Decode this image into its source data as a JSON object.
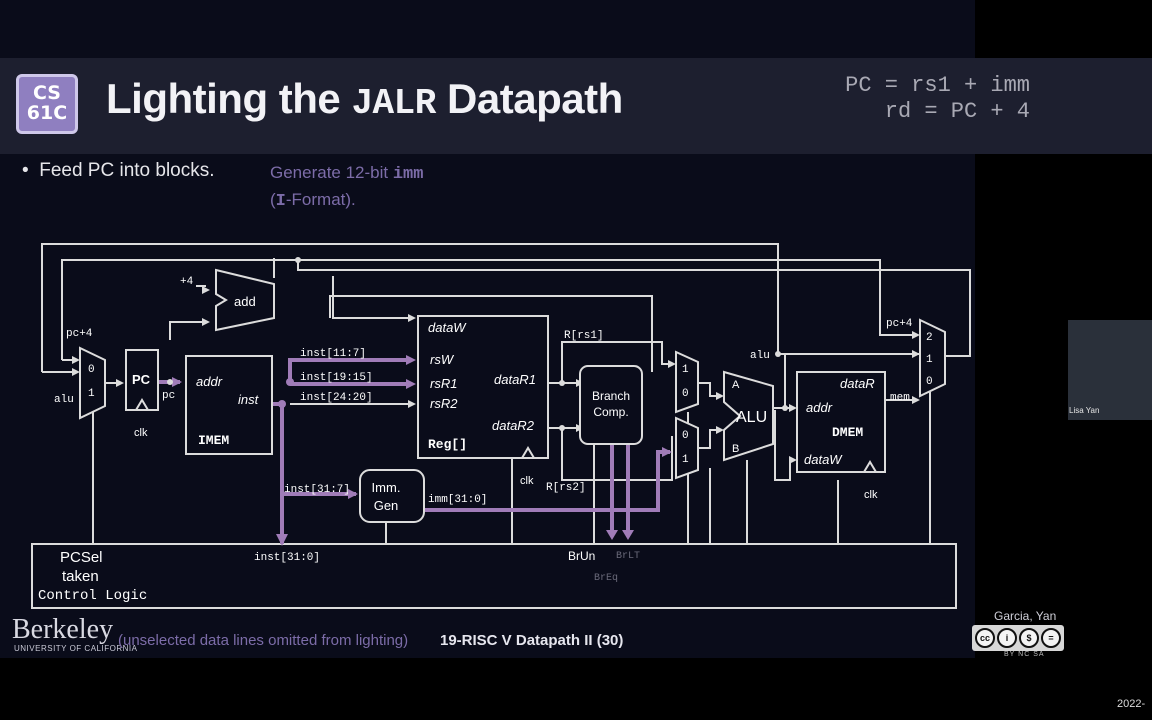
{
  "header": {
    "logo_text": "CS\n61C",
    "title_pre": "Lighting the ",
    "title_code": "JALR",
    "title_post": " Datapath",
    "equation": "PC = rs1 + imm\n  rd = PC + 4"
  },
  "bullet": "Feed PC into blocks.",
  "note": {
    "line1_pre": "Generate 12-bit ",
    "line1_code": "imm",
    "line2_code": "I",
    "line2_post": "-Format)."
  },
  "diagram": {
    "pc4_left": "pc+4",
    "alu_left": "alu",
    "plus4": "+4",
    "add": "add",
    "pc": "PC",
    "clk": "clk",
    "pc_wire": "pc",
    "imem_addr": "addr",
    "imem_inst": "inst",
    "imem": "IMEM",
    "inst_11_7": "inst[11:7]",
    "inst_19_15": "inst[19:15]",
    "inst_24_20": "inst[24:20]",
    "inst_31_7": "inst[31:7]",
    "inst_31_0": "inst[31:0]",
    "dataW": "dataW",
    "rsW": "rsW",
    "rsR1": "rsR1",
    "rsR2": "rsR2",
    "dataR1": "dataR1",
    "dataR2": "dataR2",
    "reg": "Reg[]",
    "r_rs1": "R[rs1]",
    "r_rs2": "R[rs2]",
    "branch1": "Branch",
    "branch2": "Comp.",
    "imm_gen1": "Imm.",
    "imm_gen2": "Gen",
    "imm_31_0": "imm[31:0]",
    "mux1": "1",
    "mux0": "0",
    "alu_a": "A",
    "alu_b": "B",
    "alu": "ALU",
    "alu_wire": "alu",
    "dmem_dataR": "dataR",
    "dmem_addr": "addr",
    "dmem": "DMEM",
    "dmem_dataW": "dataW",
    "pc4_right": "pc+4",
    "mem": "mem",
    "wb2": "2",
    "wb1": "1",
    "wb0": "0"
  },
  "control": {
    "pcsel": "PCSel",
    "taken": "taken",
    "title": "Control Logic",
    "brun": "BrUn",
    "brlt": "BrLT",
    "breq": "BrEq"
  },
  "footer": {
    "berkeley": "Berkeley",
    "uc": "UNIVERSITY OF CALIFORNIA",
    "omitted": "(unselected data lines omitted from lighting)",
    "lecture": "19-RISC V Datapath II (30)",
    "authors": "Garcia, Yan",
    "cc": [
      "cc",
      "i",
      "$",
      "="
    ],
    "cc_labels": "BY  NC  SA"
  },
  "webcam_name": "Lisa Yan",
  "date": "2022-",
  "colors": {
    "lit": "#a07cb8",
    "wire": "#dcdcdc",
    "dim": "#8a8a8a",
    "bg": "#0a0c1a",
    "header": "#1d1f2f"
  }
}
